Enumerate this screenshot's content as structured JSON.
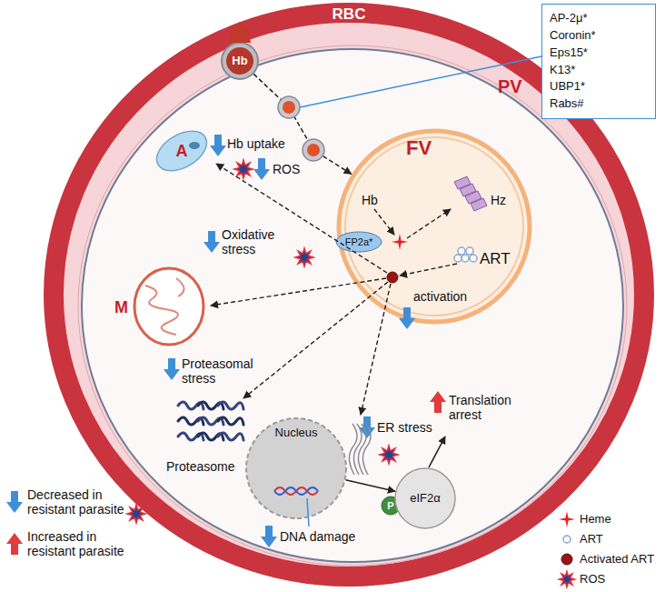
{
  "diagram": {
    "nodes": [
      {
        "text": [
          "RBC"
        ]
      },
      {
        "text": [
          "PV"
        ],
        "in": 0
      },
      {
        "text": [
          "Hb"
        ],
        "in": 1
      },
      {
        "text": [
          "AP-2μ*",
          "Coronin*",
          "Eps15*",
          "K13*",
          "UBP1*",
          "Rabs#"
        ]
      },
      {
        "text": [
          "A"
        ],
        "in": 1
      },
      {
        "text": [
          "FV"
        ],
        "in": 1
      },
      {
        "text": [
          "FP2a*"
        ],
        "in": 5
      },
      {
        "text": [
          "M"
        ],
        "in": 1
      },
      {
        "text": [
          "Nucleus"
        ],
        "in": 1
      },
      {
        "text": [
          "P"
        ],
        "in": 1
      },
      {
        "text": [
          "eIF2α"
        ],
        "in": 1
      }
    ],
    "edges": [
      {
        "from": 2,
        "to": 5,
        "arrow": "to"
      },
      {
        "from": 8,
        "to": 10,
        "arrow": "to"
      }
    ],
    "labels": [
      "Hb uptake",
      "ROS",
      "Oxidative stress",
      "Proteasomal stress",
      "Proteasome",
      "Hb",
      "Hz",
      "activation",
      "ART",
      "ER stress",
      "DNA damage",
      "Translation arrest"
    ],
    "legend": [
      {
        "text": "Decreased in resistant parasite"
      },
      {
        "text": "Increased in resistant parasite"
      },
      {
        "text": "Heme"
      },
      {
        "text": "ART"
      },
      {
        "text": "Activated ART"
      },
      {
        "text": "ROS"
      }
    ]
  }
}
